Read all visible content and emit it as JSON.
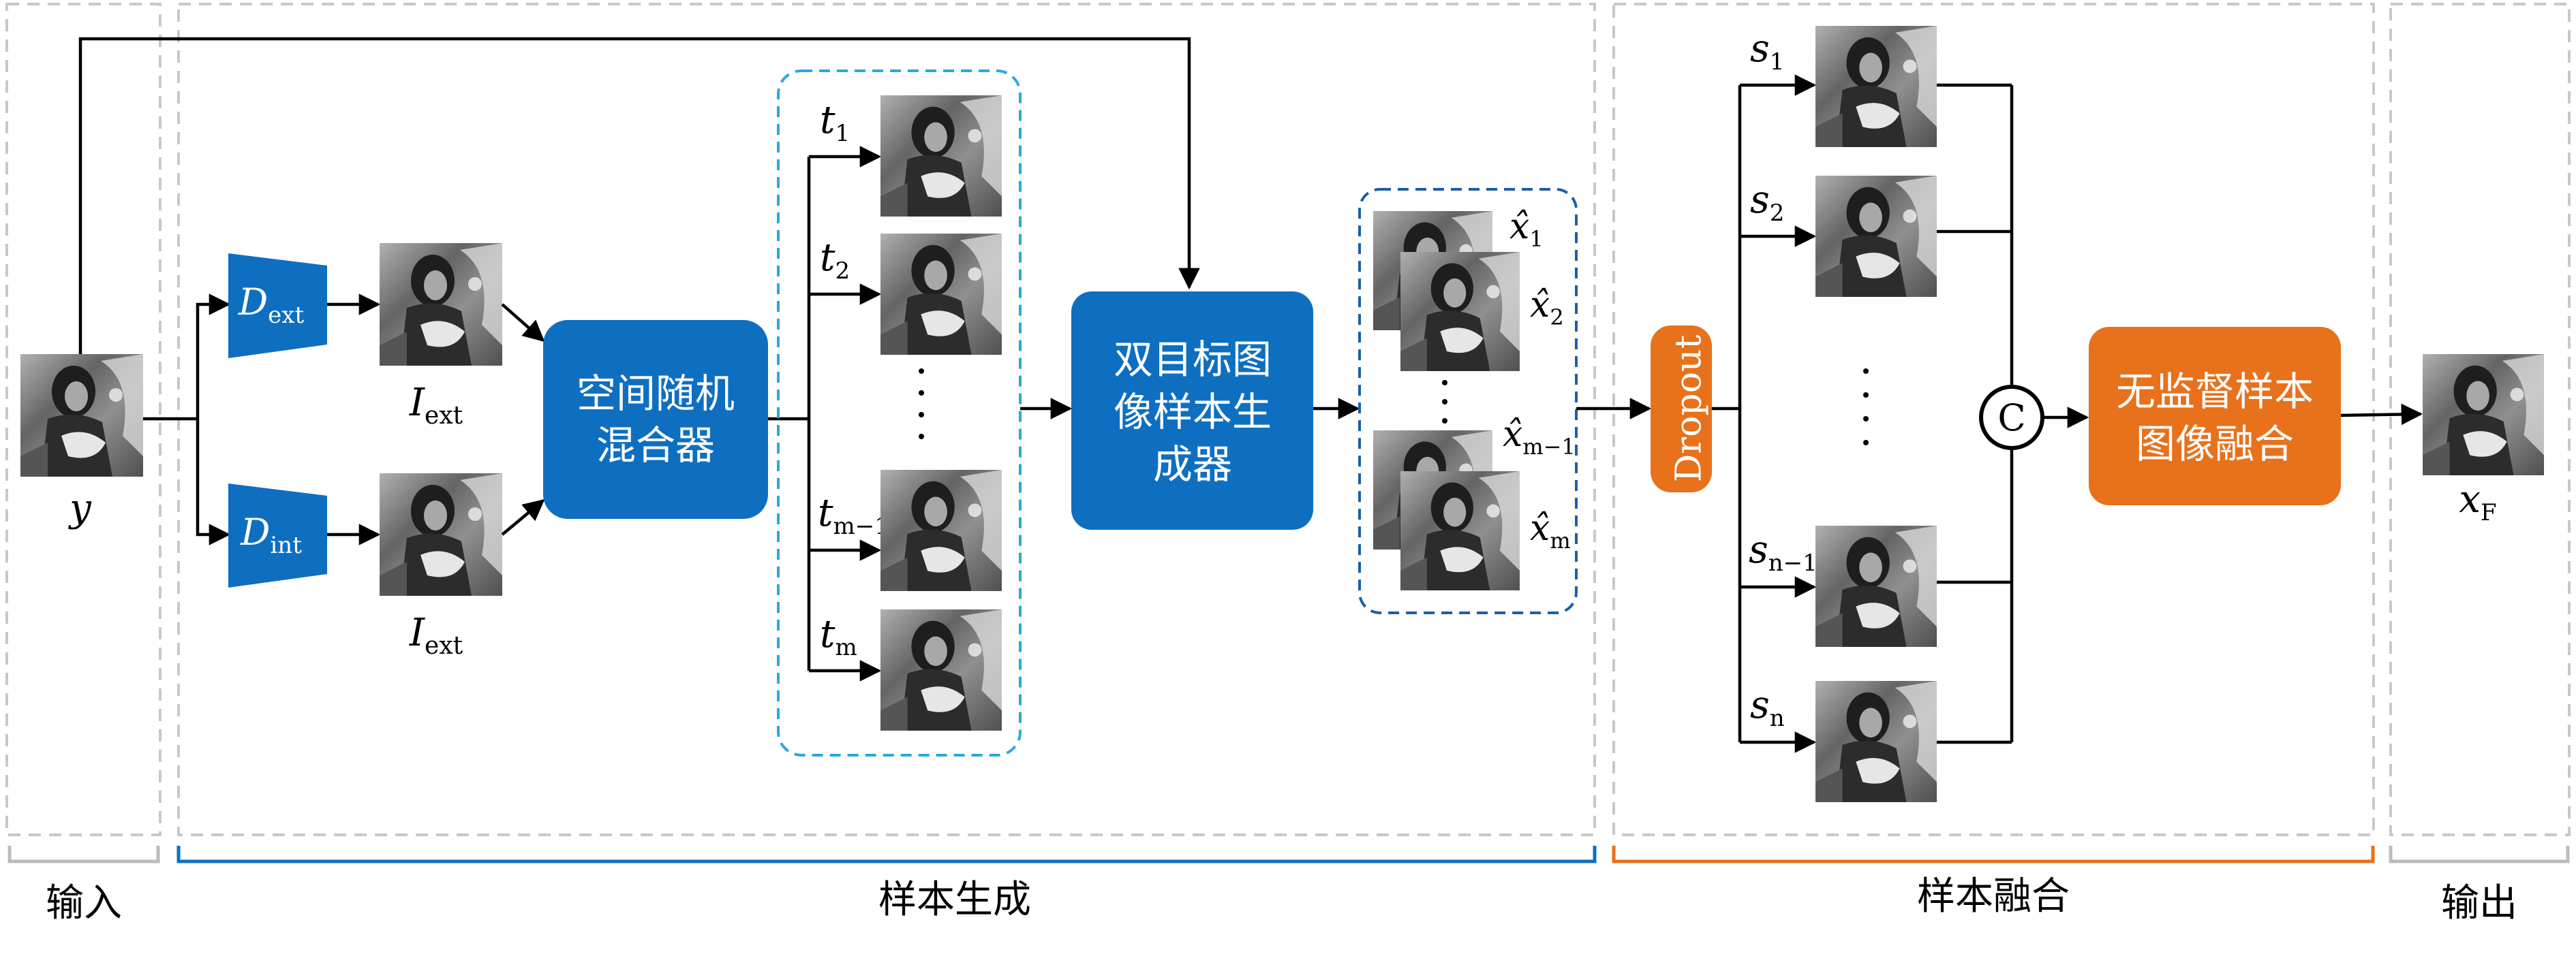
{
  "sections": {
    "input": "输入",
    "generation": "样本生成",
    "fusion": "样本融合",
    "output": "输出"
  },
  "blocks": {
    "mixer": [
      "空间随机",
      "混合器"
    ],
    "generator": [
      "双目标图",
      "像样本生",
      "成器"
    ],
    "fusion": [
      "无监督样本",
      "图像融合"
    ],
    "dropout": "Dropout",
    "concat": "C"
  },
  "labels": {
    "y": "y",
    "d_ext": {
      "main": "D",
      "sub": "ext"
    },
    "d_int": {
      "main": "D",
      "sub": "int"
    },
    "i_ext_top": {
      "main": "I",
      "sub": "ext"
    },
    "i_ext_bottom": {
      "main": "I",
      "sub": "ext"
    },
    "t": [
      {
        "main": "t",
        "sub": "1"
      },
      {
        "main": "t",
        "sub": "2"
      },
      {
        "main": "t",
        "sub": "m−1"
      },
      {
        "main": "t",
        "sub": "m"
      }
    ],
    "xhat": [
      {
        "main": "x̂",
        "sub": "1"
      },
      {
        "main": "x̂",
        "sub": "2"
      },
      {
        "main": "x̂",
        "sub": "m−1"
      },
      {
        "main": "x̂",
        "sub": "m"
      }
    ],
    "s": [
      {
        "main": "s",
        "sub": "1"
      },
      {
        "main": "s",
        "sub": "2"
      },
      {
        "main": "s",
        "sub": "n−1"
      },
      {
        "main": "s",
        "sub": "n"
      }
    ],
    "x_f": {
      "main": "x",
      "sub": "F"
    }
  },
  "colors": {
    "blue": "#0e6fc1",
    "orange": "#e8711b",
    "dash_light_blue": "#2aa7df",
    "dash_dark_blue": "#1b5fa8",
    "gray_dash": "#c8c8c8",
    "bracket_gray": "#bcbcbc",
    "arrow": "#000000"
  }
}
